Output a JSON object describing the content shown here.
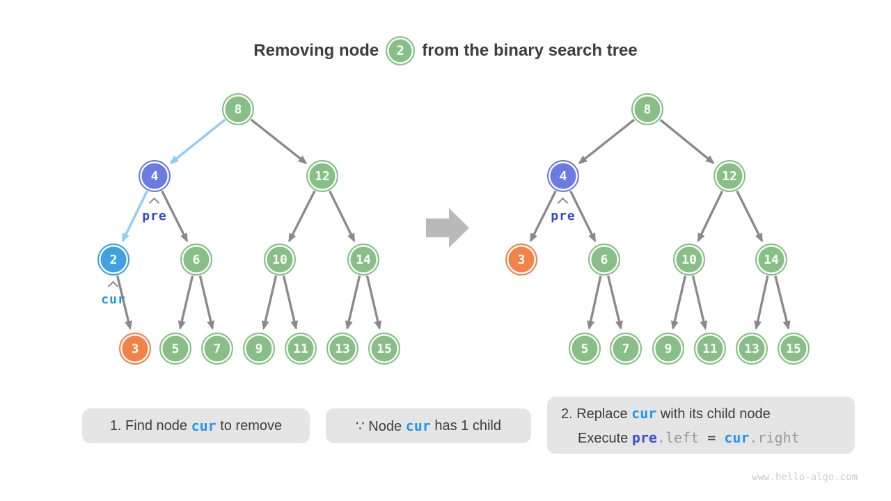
{
  "title": {
    "prefix": "Removing node",
    "node_value": "2",
    "suffix": "from the binary search tree"
  },
  "trees": {
    "left": {
      "name": "before-removal",
      "nodes": [
        {
          "value": "8",
          "color": "green"
        },
        {
          "value": "4",
          "color": "indigo"
        },
        {
          "value": "12",
          "color": "green"
        },
        {
          "value": "2",
          "color": "blue"
        },
        {
          "value": "6",
          "color": "green"
        },
        {
          "value": "10",
          "color": "green"
        },
        {
          "value": "14",
          "color": "green"
        },
        {
          "value": "3",
          "color": "orange"
        },
        {
          "value": "5",
          "color": "green"
        },
        {
          "value": "7",
          "color": "green"
        },
        {
          "value": "9",
          "color": "green"
        },
        {
          "value": "11",
          "color": "green"
        },
        {
          "value": "13",
          "color": "green"
        },
        {
          "value": "15",
          "color": "green"
        }
      ],
      "edges": [
        {
          "from": 0,
          "to": 1,
          "style": "highlight"
        },
        {
          "from": 0,
          "to": 2,
          "style": "normal"
        },
        {
          "from": 1,
          "to": 3,
          "style": "highlight"
        },
        {
          "from": 1,
          "to": 4,
          "style": "normal"
        },
        {
          "from": 2,
          "to": 5,
          "style": "normal"
        },
        {
          "from": 2,
          "to": 6,
          "style": "normal"
        },
        {
          "from": 3,
          "to": 7,
          "style": "normal"
        },
        {
          "from": 4,
          "to": 8,
          "style": "normal"
        },
        {
          "from": 4,
          "to": 9,
          "style": "normal"
        },
        {
          "from": 5,
          "to": 10,
          "style": "normal"
        },
        {
          "from": 5,
          "to": 11,
          "style": "normal"
        },
        {
          "from": 6,
          "to": 12,
          "style": "normal"
        },
        {
          "from": 6,
          "to": 13,
          "style": "normal"
        }
      ],
      "pointers": [
        {
          "text": "pre",
          "color": "indigo",
          "node": 1
        },
        {
          "text": "cur",
          "color": "blue",
          "node": 3
        }
      ]
    },
    "right": {
      "name": "after-removal",
      "nodes": [
        {
          "value": "8",
          "color": "green"
        },
        {
          "value": "4",
          "color": "indigo"
        },
        {
          "value": "12",
          "color": "green"
        },
        {
          "value": "3",
          "color": "orange"
        },
        {
          "value": "6",
          "color": "green"
        },
        {
          "value": "10",
          "color": "green"
        },
        {
          "value": "14",
          "color": "green"
        },
        {
          "value": "5",
          "color": "green"
        },
        {
          "value": "7",
          "color": "green"
        },
        {
          "value": "9",
          "color": "green"
        },
        {
          "value": "11",
          "color": "green"
        },
        {
          "value": "13",
          "color": "green"
        },
        {
          "value": "15",
          "color": "green"
        }
      ],
      "edges": [
        {
          "from": 0,
          "to": 1,
          "style": "normal"
        },
        {
          "from": 0,
          "to": 2,
          "style": "normal"
        },
        {
          "from": 1,
          "to": 3,
          "style": "normal"
        },
        {
          "from": 1,
          "to": 4,
          "style": "normal"
        },
        {
          "from": 2,
          "to": 5,
          "style": "normal"
        },
        {
          "from": 2,
          "to": 6,
          "style": "normal"
        },
        {
          "from": 4,
          "to": 7,
          "style": "normal"
        },
        {
          "from": 4,
          "to": 8,
          "style": "normal"
        },
        {
          "from": 5,
          "to": 9,
          "style": "normal"
        },
        {
          "from": 5,
          "to": 10,
          "style": "normal"
        },
        {
          "from": 6,
          "to": 11,
          "style": "normal"
        },
        {
          "from": 6,
          "to": 12,
          "style": "normal"
        }
      ],
      "pointers": [
        {
          "text": "pre",
          "color": "indigo",
          "node": 1
        }
      ]
    }
  },
  "captions": {
    "box1": {
      "pre": "1. Find node ",
      "keyword": "cur",
      "post": " to remove"
    },
    "box2": {
      "pre": "∵ Node ",
      "keyword": "cur",
      "post": " has 1 child"
    },
    "box3": {
      "line1": {
        "pre": "2. Replace ",
        "keyword": "cur",
        "post": " with its child node"
      },
      "line2": {
        "pre": "Execute ",
        "var1": "pre",
        "dot1": ".",
        "prop1": "left",
        "eq": " = ",
        "var2": "cur",
        "dot2": ".",
        "prop2": "right"
      }
    }
  },
  "watermark": "www.hello-algo.com",
  "colors": {
    "node_green": "#87bf87",
    "node_indigo": "#6b7ce0",
    "node_blue": "#3fa1e1",
    "node_orange": "#f0824a",
    "edge_gray": "#8a8a8a",
    "edge_highlight_blue": "#90cdf4",
    "keyword_cur_blue": "#2196f3",
    "keyword_pre_indigo": "#3b4fd6",
    "caption_bg": "#e5e5e5",
    "block_arrow_gray": "#b9b9b9"
  }
}
